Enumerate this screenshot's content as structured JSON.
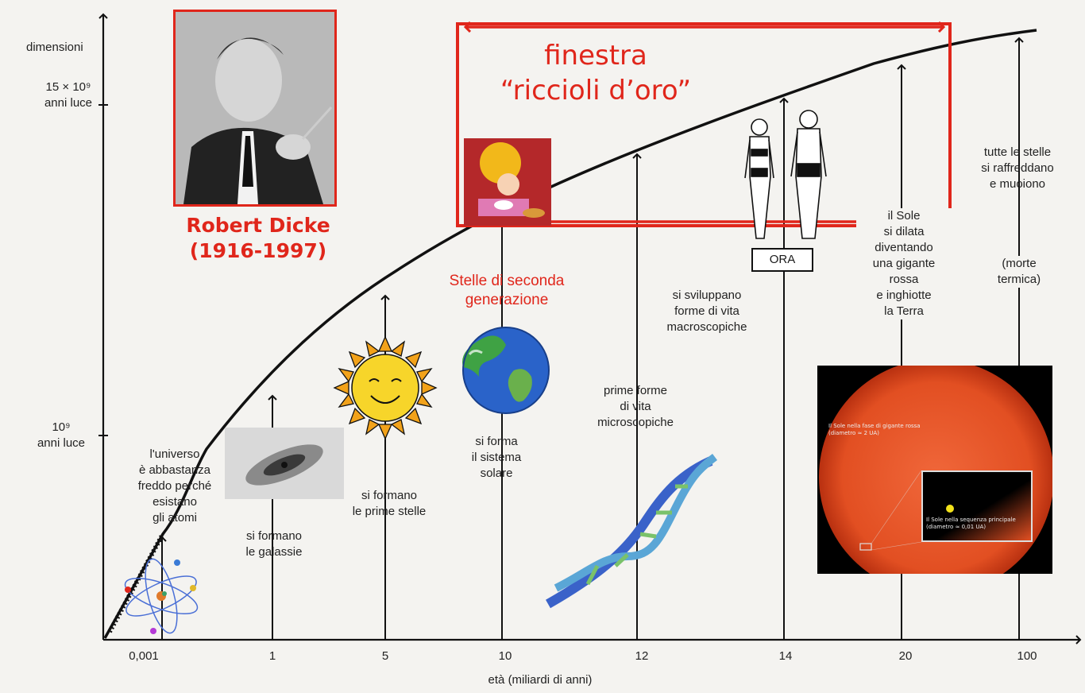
{
  "y_axis": {
    "title": "dimensioni",
    "top_tick": "15 × 10⁹\nanni luce",
    "mid_tick": "10⁹\nanni luce"
  },
  "x_axis": {
    "title": "età (miliardi di anni)",
    "ticks": [
      "0,001",
      "1",
      "5",
      "10",
      "12",
      "14",
      "20",
      "100"
    ]
  },
  "person": {
    "name": "Robert Dicke",
    "years": "(1916-1997)"
  },
  "habitable_window": {
    "line1": "finestra",
    "line2": "“riccioli d’oro”"
  },
  "events": {
    "atoms": "l'universo\nè abbastanza\nfreddo perché\nesistano\ngli atomi",
    "galaxies": "si formano\nle galassie",
    "first_stars": "si formano\nle prime stelle",
    "second_gen": "Stelle di seconda\ngenerazione",
    "solar_system": "si forma\nil sistema\nsolare",
    "micro_life": "prime forme\ndi vita\nmicroscopiche",
    "macro_life": "si sviluppano\nforme di vita\nmacroscopiche",
    "now": "ORA",
    "red_giant": "il Sole\nsi dilata\ndiventando\nuna gigante\nrossa\ne inghiotte\nla Terra",
    "stars_die": "tutte le stelle\nsi raffreddano\ne muoiono",
    "heat_death": "(morte\ntermica)"
  },
  "sun_panel": {
    "red_giant_caption": "Il Sole nella fase di gigante rossa\n(diametro ≈ 2 UA)",
    "main_sequence_caption": "Il Sole nella sequenza principale\n(diametro ≈ 0,01 UA)"
  },
  "colors": {
    "accent_red": "#e0261b",
    "ink": "#111111",
    "paper": "#f4f3f0"
  }
}
